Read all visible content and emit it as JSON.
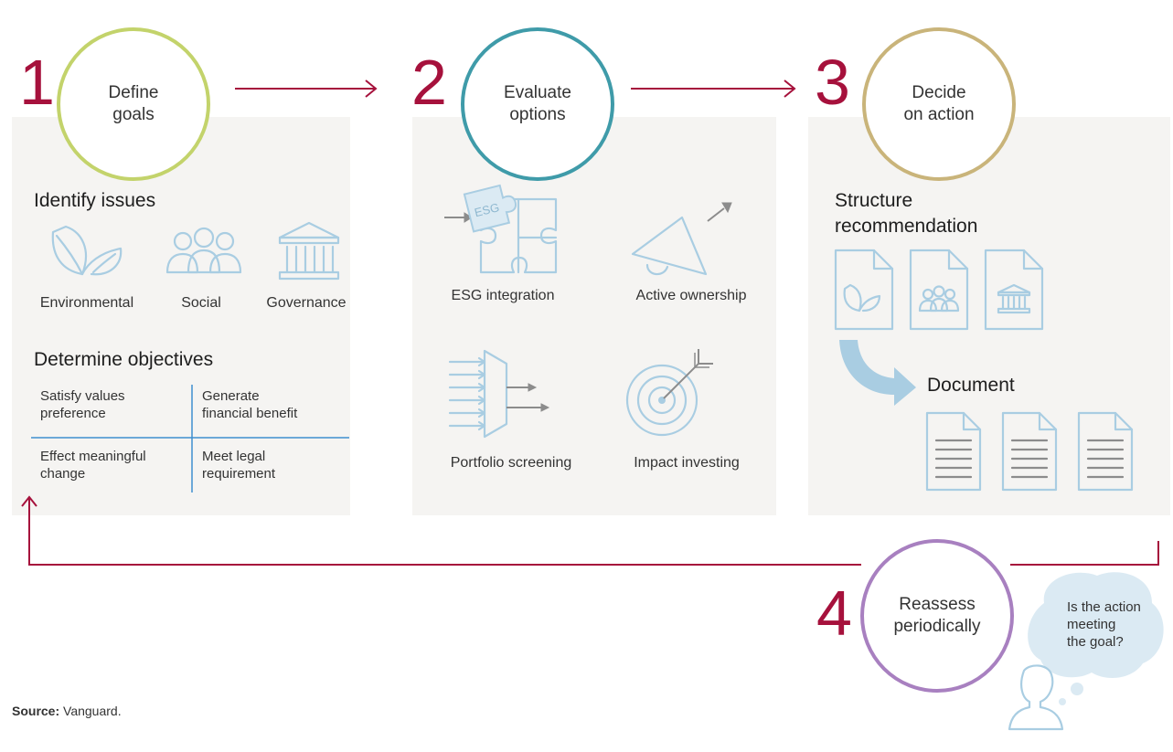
{
  "colors": {
    "accent": "#a6113c",
    "panel": "#f5f4f2",
    "icon": "#a9cde2",
    "circle1": "#c3d36b",
    "circle2": "#3f9ba9",
    "circle3": "#c9b47a",
    "circle4": "#a880c0"
  },
  "steps": [
    {
      "number": "1",
      "title": "Define\ngoals"
    },
    {
      "number": "2",
      "title": "Evaluate\noptions"
    },
    {
      "number": "3",
      "title": "Decide\non action"
    },
    {
      "number": "4",
      "title": "Reassess\nperiodically"
    }
  ],
  "panel1": {
    "issues_heading": "Identify issues",
    "issues": [
      {
        "label": "Environmental",
        "icon": "leaf-icon"
      },
      {
        "label": "Social",
        "icon": "people-icon"
      },
      {
        "label": "Governance",
        "icon": "building-icon"
      }
    ],
    "objectives_heading": "Determine objectives",
    "objectives": [
      "Satisfy values\npreference",
      "Generate\nfinancial benefit",
      "Effect meaningful\nchange",
      "Meet legal\nrequirement"
    ]
  },
  "panel2": {
    "options": [
      {
        "label": "ESG integration",
        "icon": "puzzle-icon",
        "icon_text": "ESG"
      },
      {
        "label": "Active ownership",
        "icon": "megaphone-icon"
      },
      {
        "label": "Portfolio screening",
        "icon": "filter-icon"
      },
      {
        "label": "Impact investing",
        "icon": "target-icon"
      }
    ]
  },
  "panel3": {
    "structure_heading": "Structure\nrecommendation",
    "document_heading": "Document"
  },
  "thought_bubble": "Is the action\nmeeting\nthe goal?",
  "source": {
    "label": "Source:",
    "text": " Vanguard."
  }
}
